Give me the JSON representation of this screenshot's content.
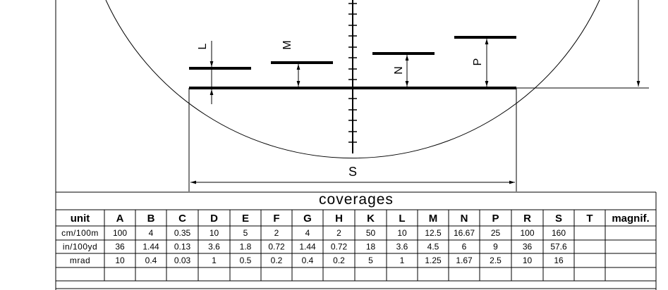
{
  "diagram": {
    "dimension_labels": {
      "L": "L",
      "M": "M",
      "N": "N",
      "P": "P",
      "S": "S"
    }
  },
  "table": {
    "title": "coverages",
    "headers": [
      "unit",
      "A",
      "B",
      "C",
      "D",
      "E",
      "F",
      "G",
      "H",
      "K",
      "L",
      "M",
      "N",
      "P",
      "R",
      "S",
      "T",
      "magnif."
    ],
    "rows": [
      [
        "cm/100m",
        "100",
        "4",
        "0.35",
        "10",
        "5",
        "2",
        "4",
        "2",
        "50",
        "10",
        "12.5",
        "16.67",
        "25",
        "100",
        "160",
        "",
        ""
      ],
      [
        "in/100yd",
        "36",
        "1.44",
        "0.13",
        "3.6",
        "1.8",
        "0.72",
        "1.44",
        "0.72",
        "18",
        "3.6",
        "4.5",
        "6",
        "9",
        "36",
        "57.6",
        "",
        ""
      ],
      [
        "mrad",
        "10",
        "0.4",
        "0.03",
        "1",
        "0.5",
        "0.2",
        "0.4",
        "0.2",
        "5",
        "1",
        "1.25",
        "1.67",
        "2.5",
        "10",
        "16",
        "",
        ""
      ],
      [
        "",
        "",
        "",
        "",
        "",
        "",
        "",
        "",
        "",
        "",
        "",
        "",
        "",
        "",
        "",
        "",
        "",
        ""
      ]
    ]
  }
}
